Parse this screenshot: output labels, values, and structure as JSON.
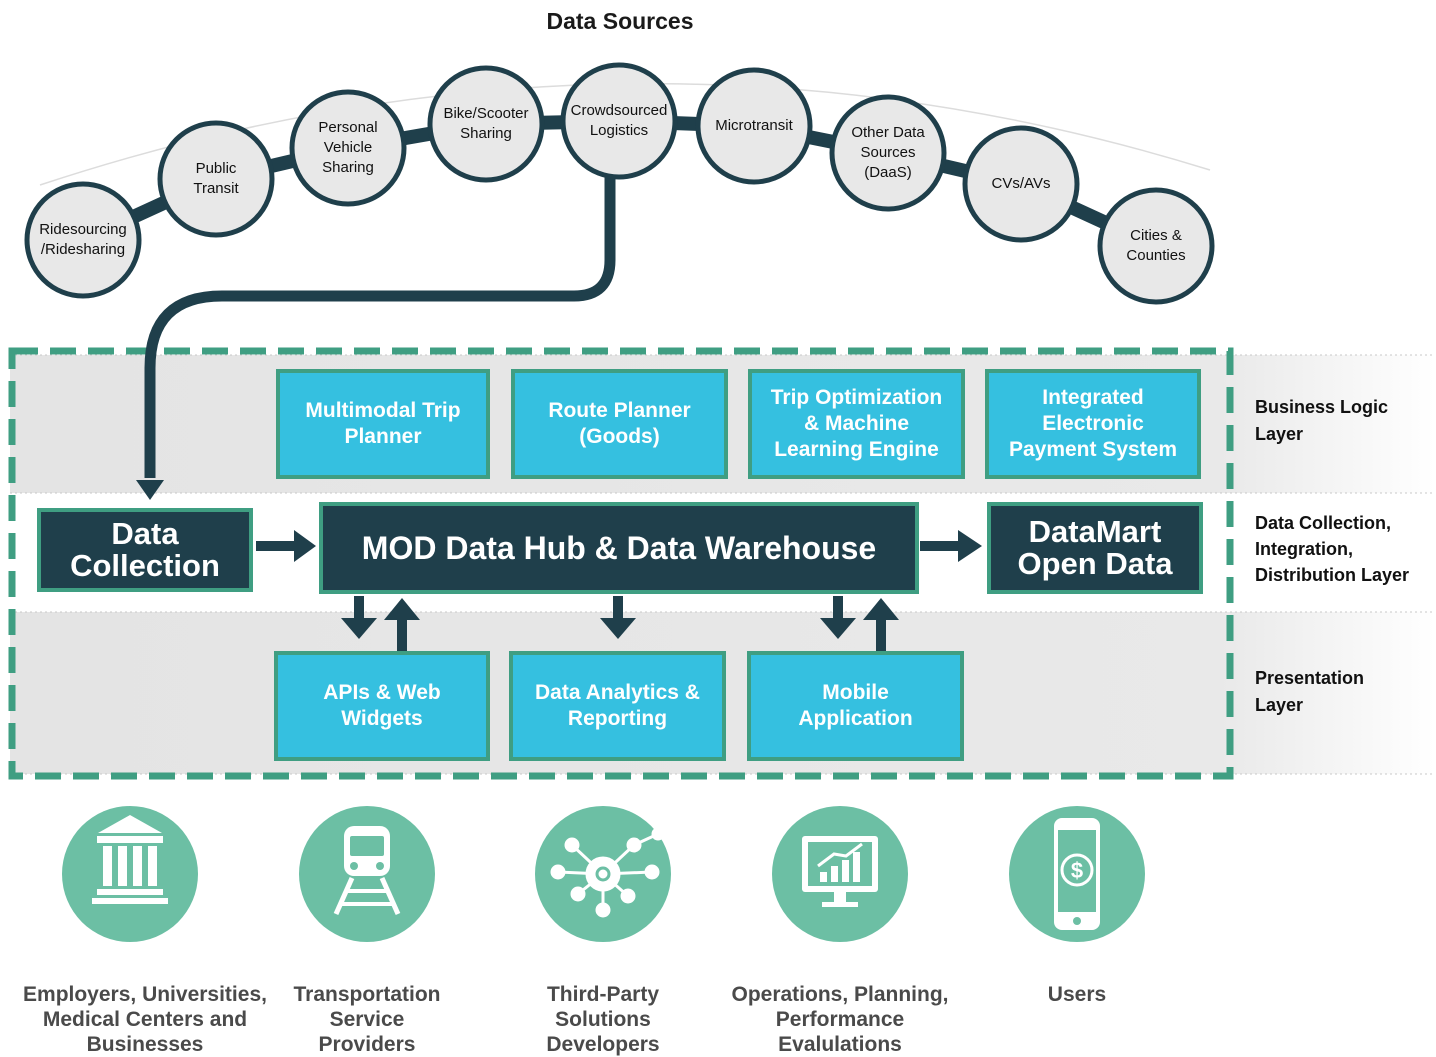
{
  "title": "Data Sources",
  "data_sources": [
    {
      "label": "Ridesourcing\n/Ridesharing"
    },
    {
      "label": "Public\nTransit"
    },
    {
      "label": "Personal\nVehicle\nSharing"
    },
    {
      "label": "Bike/Scooter\nSharing"
    },
    {
      "label": "Crowdsourced\nLogistics"
    },
    {
      "label": "Microtransit"
    },
    {
      "label": "Other Data\nSources\n(DaaS)"
    },
    {
      "label": "CVs/AVs"
    },
    {
      "label": "Cities &\nCounties"
    }
  ],
  "layers": {
    "business": "Business Logic\nLayer",
    "data": "Data Collection,\nIntegration,\nDistribution Layer",
    "presentation": "Presentation\nLayer"
  },
  "business_boxes": [
    "Multimodal Trip\nPlanner",
    "Route Planner\n(Goods)",
    "Trip Optimization\n& Machine\nLearning Engine",
    "Integrated\nElectronic\nPayment System"
  ],
  "data_collection": "Data\nCollection",
  "hub": "MOD Data Hub & Data Warehouse",
  "datamart": "DataMart\nOpen Data",
  "presentation_boxes": [
    "APIs & Web\nWidgets",
    "Data Analytics &\nReporting",
    "Mobile\nApplication"
  ],
  "stakeholders": [
    {
      "label": "Employers, Universities,\nMedical Centers and\nBusinesses",
      "icon": "building-icon"
    },
    {
      "label": "Transportation\nService\nProviders",
      "icon": "train-icon"
    },
    {
      "label": "Third-Party\nSolutions\nDevelopers",
      "icon": "network-gear-icon"
    },
    {
      "label": "Operations, Planning,\nPerformance\nEvalulations",
      "icon": "monitor-chart-icon"
    },
    {
      "label": "Users",
      "icon": "phone-dollar-icon"
    }
  ],
  "colors": {
    "accent_blue": "#35c0e0",
    "dark_navy": "#1f3f4b",
    "green": "#3f9e82",
    "stakeholder_green": "#6cbfa4"
  }
}
